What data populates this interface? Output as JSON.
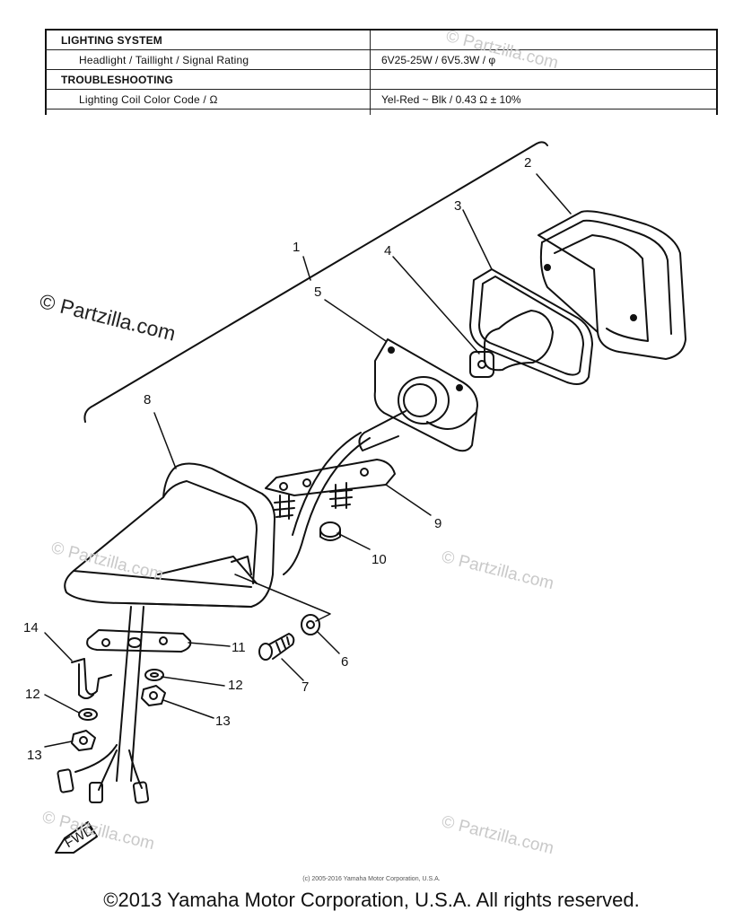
{
  "spec_table": {
    "rows": [
      {
        "label": "LIGHTING SYSTEM",
        "value": "",
        "kind": "heading"
      },
      {
        "label": "Headlight / Taillight / Signal Rating",
        "value": "6V25-25W / 6V5.3W / φ",
        "kind": "item"
      },
      {
        "label": "TROUBLESHOOTING",
        "value": "",
        "kind": "heading"
      },
      {
        "label": "Lighting Coil Color Code / Ω",
        "value": "Yel-Red ~ Blk / 0.43 Ω ± 10%",
        "kind": "item"
      }
    ]
  },
  "callouts": {
    "c1": "1",
    "c2": "2",
    "c3": "3",
    "c4": "4",
    "c5": "5",
    "c6": "6",
    "c7": "7",
    "c8": "8",
    "c9": "9",
    "c10": "10",
    "c11": "11",
    "c12a": "12",
    "c12b": "12",
    "c13a": "13",
    "c13b": "13",
    "c14": "14"
  },
  "fwd_label": "FWD",
  "watermark": "© Partzilla.com",
  "small_copyright": "(c) 2005-2016 Yamaha Motor Corporation, U.S.A.",
  "footer": "©2013 Yamaha Motor Corporation, U.S.A. All rights reserved.",
  "colors": {
    "ink": "#111111",
    "watermark": "#c9c9c9",
    "background": "#ffffff"
  }
}
